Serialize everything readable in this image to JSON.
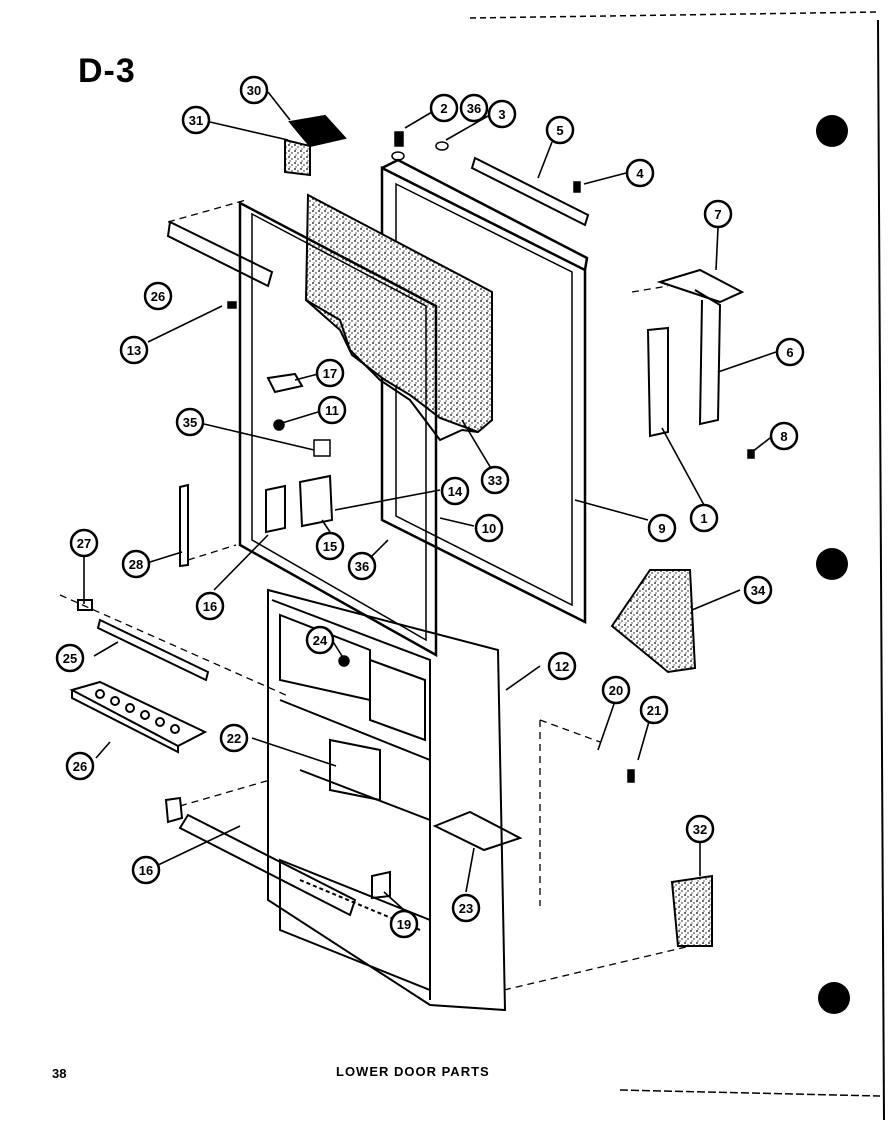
{
  "header": {
    "diagram_id": "D-3"
  },
  "footer": {
    "page_number": "38",
    "caption": "LOWER DOOR PARTS"
  },
  "callouts": [
    {
      "id": "c1",
      "label": "1"
    },
    {
      "id": "c2",
      "label": "2"
    },
    {
      "id": "c3",
      "label": "3"
    },
    {
      "id": "c4",
      "label": "4"
    },
    {
      "id": "c5",
      "label": "5"
    },
    {
      "id": "c6",
      "label": "6"
    },
    {
      "id": "c7",
      "label": "7"
    },
    {
      "id": "c8",
      "label": "8"
    },
    {
      "id": "c9",
      "label": "9"
    },
    {
      "id": "c10",
      "label": "10"
    },
    {
      "id": "c11",
      "label": "11"
    },
    {
      "id": "c12",
      "label": "12"
    },
    {
      "id": "c13",
      "label": "13"
    },
    {
      "id": "c14",
      "label": "14"
    },
    {
      "id": "c15",
      "label": "15"
    },
    {
      "id": "c16a",
      "label": "16"
    },
    {
      "id": "c16b",
      "label": "16"
    },
    {
      "id": "c17",
      "label": "17"
    },
    {
      "id": "c19",
      "label": "19"
    },
    {
      "id": "c20",
      "label": "20"
    },
    {
      "id": "c21",
      "label": "21"
    },
    {
      "id": "c22",
      "label": "22"
    },
    {
      "id": "c23",
      "label": "23"
    },
    {
      "id": "c24",
      "label": "24"
    },
    {
      "id": "c25",
      "label": "25"
    },
    {
      "id": "c26a",
      "label": "26"
    },
    {
      "id": "c26b",
      "label": "26"
    },
    {
      "id": "c27",
      "label": "27"
    },
    {
      "id": "c28",
      "label": "28"
    },
    {
      "id": "c30",
      "label": "30"
    },
    {
      "id": "c31",
      "label": "31"
    },
    {
      "id": "c32",
      "label": "32"
    },
    {
      "id": "c33",
      "label": "33"
    },
    {
      "id": "c34",
      "label": "34"
    },
    {
      "id": "c35",
      "label": "35"
    },
    {
      "id": "c36a",
      "label": "36"
    },
    {
      "id": "c36b",
      "label": "36"
    }
  ]
}
